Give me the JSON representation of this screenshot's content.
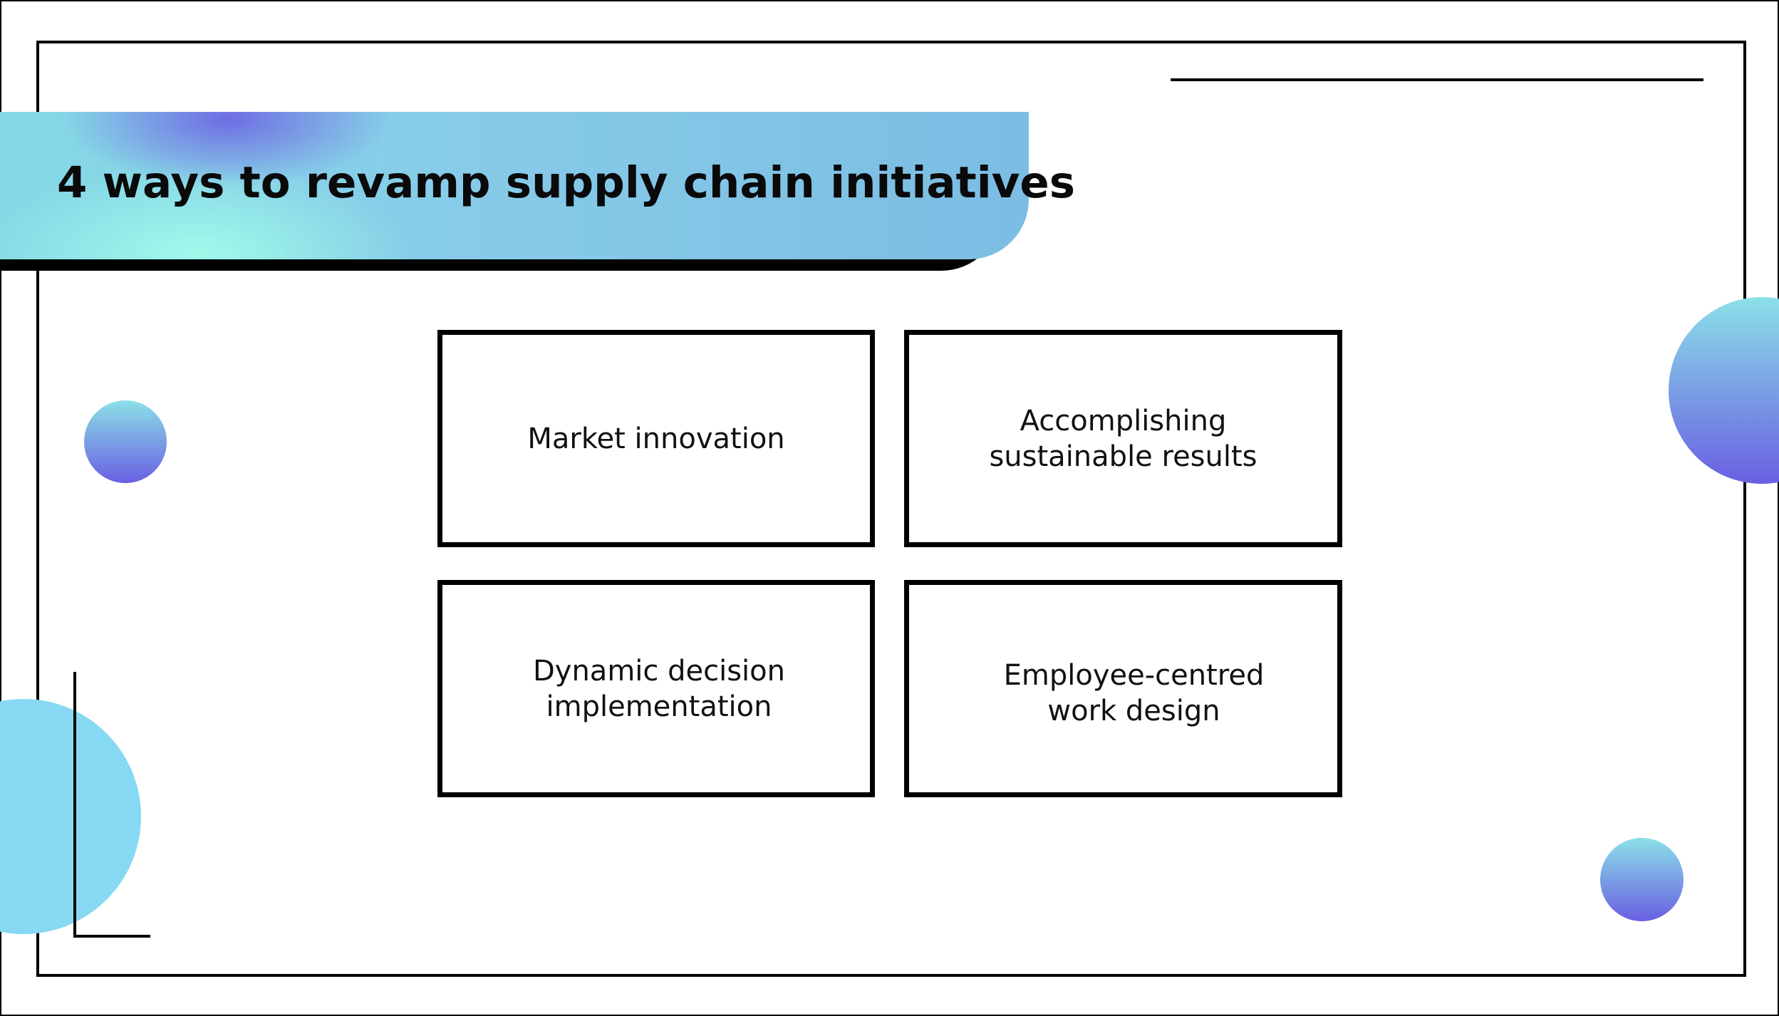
{
  "slide": {
    "title": "4 ways to revamp supply chain initiatives",
    "items": [
      {
        "label": "Market innovation"
      },
      {
        "label": "Accomplishing\nsustainable results"
      },
      {
        "label": "Dynamic decision\nimplementation"
      },
      {
        "label": "Employee-centred\nwork design"
      }
    ]
  },
  "colors": {
    "banner_gradient": [
      "#85d9e6",
      "#87cbe8",
      "#7bbde3"
    ],
    "banner_highlight_purple": "#6e67e3",
    "banner_highlight_mint": "#a0faea",
    "circle_gradient": [
      "#8be0e8",
      "#6a5fe2"
    ],
    "circle_solid": "#87d8f3",
    "border": "#000000"
  }
}
